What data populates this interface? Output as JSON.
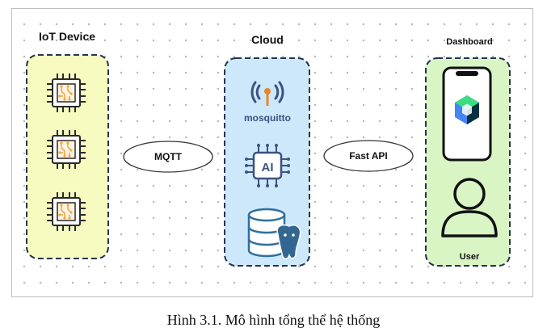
{
  "groups": {
    "iot": {
      "title": "IoT Device",
      "fill": "#f7fbbf"
    },
    "cloud": {
      "title": "Cloud",
      "fill": "#cde8fb"
    },
    "dashboard": {
      "title": "Dashboard",
      "fill": "#d9f5c4",
      "user_label": "User"
    }
  },
  "connectors": {
    "mqtt": "MQTT",
    "api": "Fast API"
  },
  "logos": {
    "mosquitto": "mosquitto",
    "ai": "AI"
  },
  "caption": "Hình 3.1. Mô hình tổng thể hệ thống",
  "colors": {
    "border": "#24344f",
    "mosquitto_orange": "#e8862a",
    "mosquitto_navy": "#3c5280",
    "chip_orange": "#f0a94a",
    "db_blue": "#2f6f9f",
    "jetpack_green": "#3ddc84"
  }
}
